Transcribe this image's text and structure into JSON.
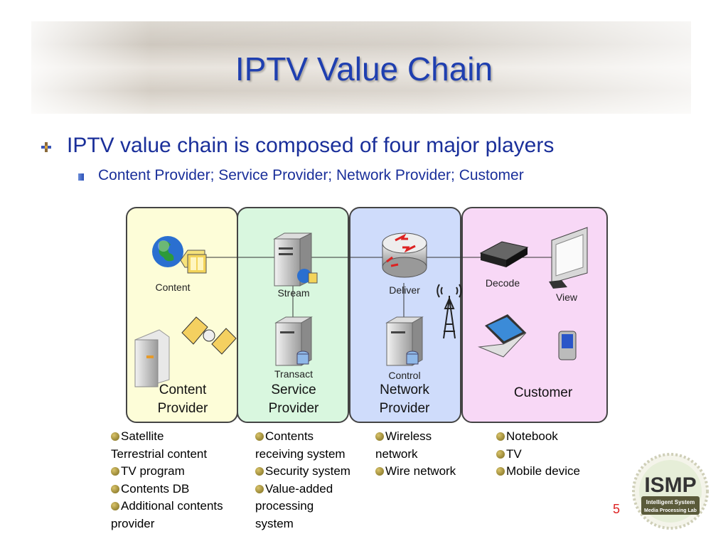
{
  "slide": {
    "title": "IPTV Value Chain",
    "bullet_main": "IPTV value chain is composed of four major players",
    "bullet_sub": "Content Provider; Service Provider; Network Provider; Customer",
    "page_number": "5"
  },
  "diagram": {
    "nodes": {
      "content": "Content",
      "stream": "Stream",
      "deliver": "Deliver",
      "decode": "Decode",
      "view": "View",
      "transact": "Transact",
      "control": "Control"
    },
    "panels": [
      {
        "line1": "Content",
        "line2": "Provider",
        "color": "#fdfdd8"
      },
      {
        "line1": "Service",
        "line2": "Provider",
        "color": "#d9f7df"
      },
      {
        "line1": "Network",
        "line2": "Provider",
        "color": "#cfdcfb"
      },
      {
        "line1": "Customer",
        "line2": "",
        "color": "#f8d8f6"
      }
    ]
  },
  "lists": {
    "content_provider": [
      "Satellite",
      "Terrestrial content",
      "TV program",
      "Contents DB",
      "Additional contents",
      "provider"
    ],
    "service_provider": [
      "Contents",
      "receiving system",
      "Security system",
      "Value-added",
      "processing",
      "system"
    ],
    "network_provider": [
      "Wireless",
      "network",
      "Wire network"
    ],
    "customer": [
      "Notebook",
      "TV",
      "Mobile device"
    ]
  },
  "logo": {
    "mark": "ISMP",
    "line1": "Intelligent System",
    "line2": "Media Processing Lab"
  }
}
